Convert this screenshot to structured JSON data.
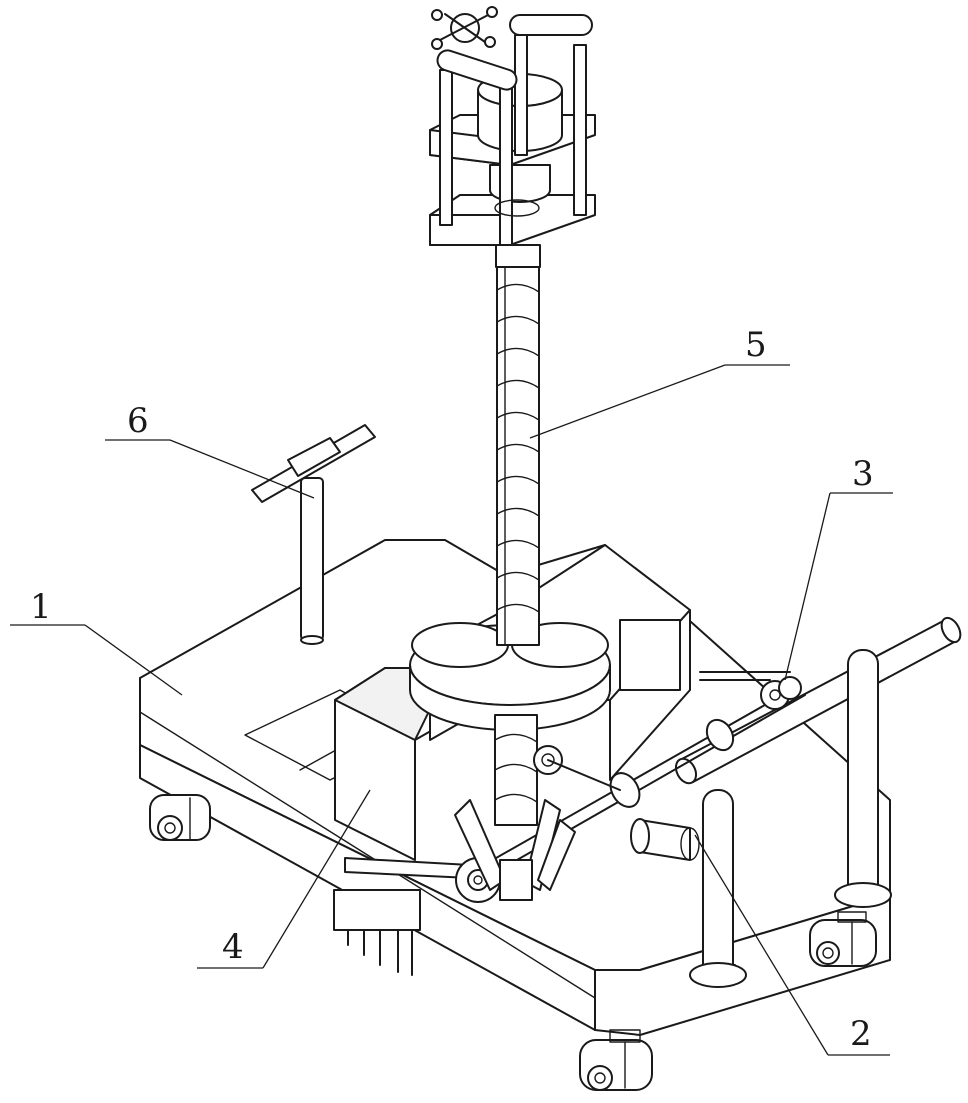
{
  "figure": {
    "callouts": [
      {
        "id": "1",
        "text": "1"
      },
      {
        "id": "2",
        "text": "2"
      },
      {
        "id": "3",
        "text": "3"
      },
      {
        "id": "4",
        "text": "4"
      },
      {
        "id": "5",
        "text": "5"
      },
      {
        "id": "6",
        "text": "6"
      }
    ]
  },
  "colors": {
    "line": "#1a1a1a",
    "background": "#ffffff"
  }
}
